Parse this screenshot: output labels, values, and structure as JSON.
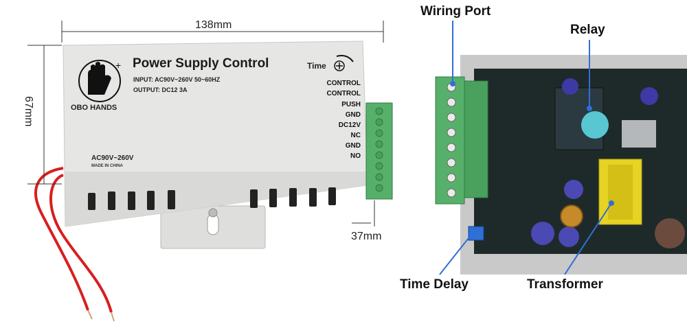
{
  "dimensions": {
    "width": "138mm",
    "height": "67mm",
    "depth": "37mm"
  },
  "label": {
    "brand": "OBO HANDS",
    "title": "Power Supply Control",
    "input_spec": "INPUT:  AC90V~260V 50~60HZ",
    "output_spec": "OUTPUT:  DC12  3A",
    "time_label": "Time",
    "ac_rating": "AC90V~260V",
    "origin": "MADE IN CHINA",
    "terminals": [
      "CONTROL",
      "CONTROL",
      "PUSH",
      "GND",
      "DC12V",
      "NC",
      "GND",
      "NO"
    ]
  },
  "callouts": {
    "wiring_port": "Wiring Port",
    "relay": "Relay",
    "time_delay": "Time Delay",
    "transformer": "Transformer"
  },
  "colors": {
    "callout_line": "#2f6fd6",
    "terminal_green": "#57b06a",
    "pcb": "#1e2a2a",
    "case": "#e3e3e1",
    "wire_red": "#d81e1e"
  }
}
